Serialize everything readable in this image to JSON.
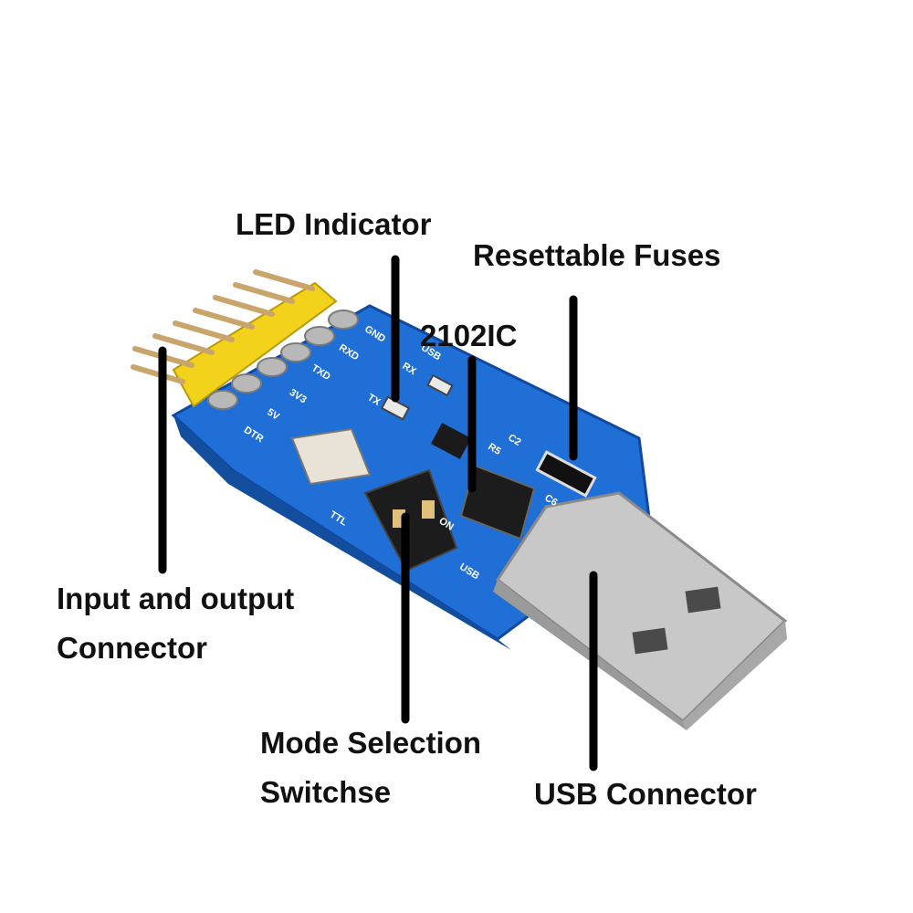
{
  "labels": {
    "led_indicator": "LED Indicator",
    "resettable_fuses": "Resettable Fuses",
    "ic": "2102IC",
    "io_connector_line1": "Input and output",
    "io_connector_line2": "Connector",
    "mode_switch_line1": "Mode Selection",
    "mode_switch_line2": "Switchse",
    "usb_connector": "USB Connector"
  },
  "silkscreen": {
    "gnd": "GND",
    "rxd": "RXD",
    "txd": "TXD",
    "tx": "TX",
    "rx": "RX",
    "usb": "USB",
    "v33": "3V3",
    "v5": "5V",
    "dtr": "DTR",
    "r5": "R5",
    "c2": "C2",
    "c6": "C6",
    "on": "ON",
    "usb2": "USB",
    "ttl": "TTL"
  },
  "colors": {
    "pcb_blue": "#1f6fd6",
    "pin_header_yellow": "#f2d21b",
    "pin_gold": "#c9a56b",
    "usb_metal": "#c8c8c8",
    "switch_black": "#1c1c1c",
    "pointer_line": "#000000"
  }
}
